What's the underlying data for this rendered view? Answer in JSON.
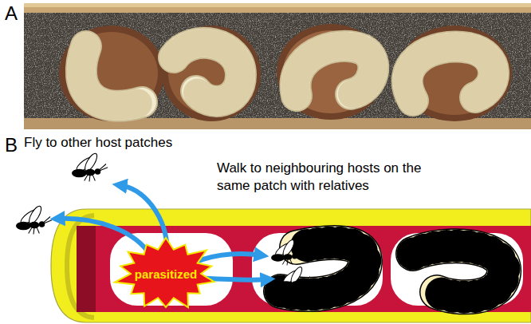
{
  "diagram": {
    "nodes": [
      {
        "text": [
          "parasitized"
        ]
      }
    ],
    "labels": [
      "A",
      "B",
      "Fly to other host patches",
      "Walk to neighbouring hosts on the same patch with relatives"
    ]
  }
}
